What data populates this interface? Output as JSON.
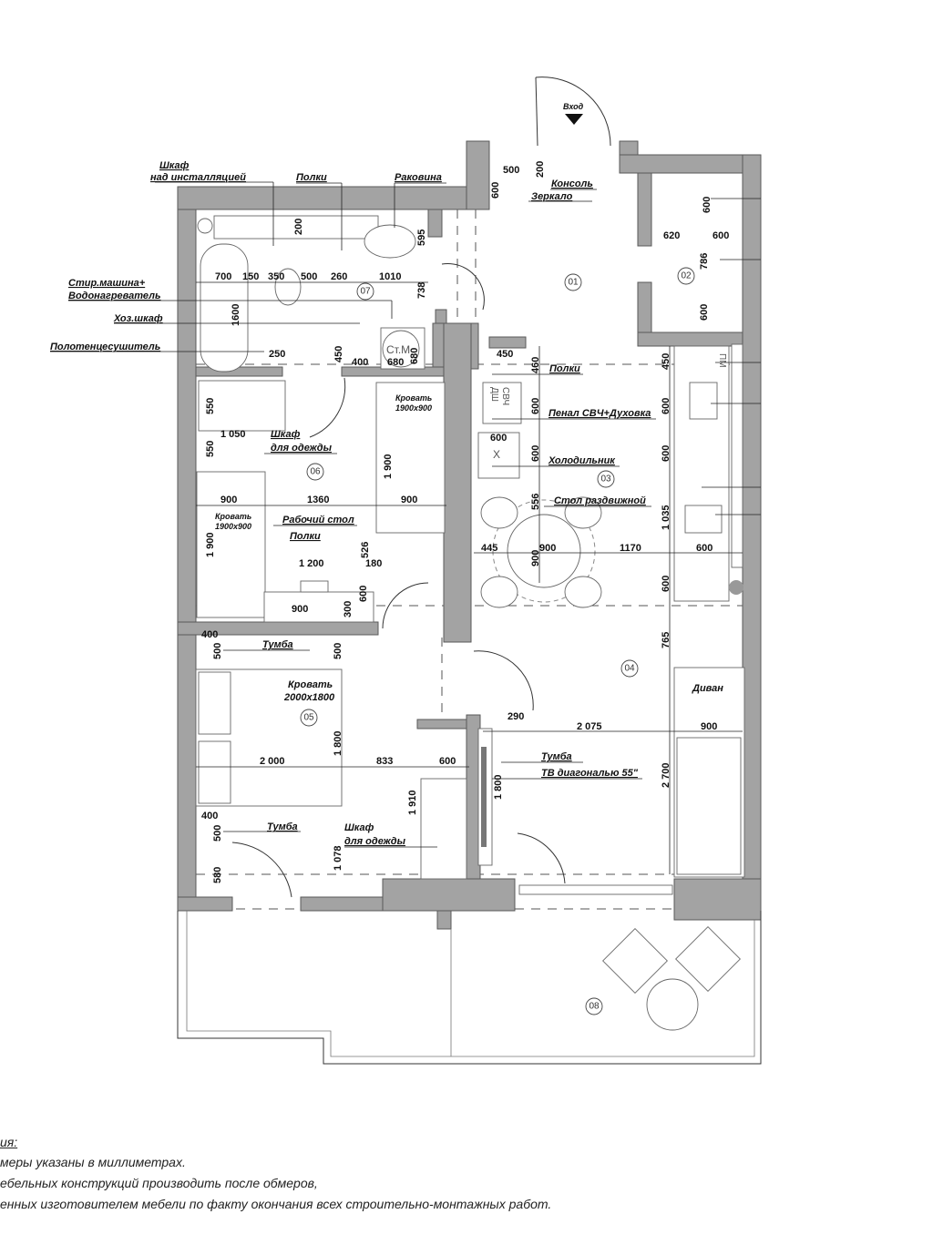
{
  "callouts": [
    "Шкаф",
    "над инсталляцией",
    "Полки",
    "Раковина",
    "Стир.машина+",
    "Водонагреватель",
    "Хоз.шкаф",
    "Полотенцесушитель",
    "Консоль",
    "Зеркало",
    "Вход",
    "Полки",
    "Пенал СВЧ+Духовка",
    "Холодильник",
    "Стол раздвижной",
    "Шкаф",
    "для одежды",
    "Рабочий стол",
    "Полки",
    "Кровать",
    "1900х900",
    "Кровать",
    "1900х900",
    "Тумба",
    "Кровать",
    "2000х1800",
    "Тумба",
    "Шкаф",
    "для одежды",
    "Тумба",
    "ТВ диагональю 55\"",
    "Диван"
  ],
  "rooms": [
    "01",
    "02",
    "03",
    "04",
    "05",
    "06",
    "07",
    "08"
  ],
  "appliance_marks": {
    "washer": "Ст.М",
    "dishwasher": "ДШ",
    "microwave": "СВЧ",
    "fridge": "Х",
    "dishwasher_sink": "ПМ"
  },
  "dimensions": [
    "200",
    "595",
    "700",
    "150",
    "350",
    "500",
    "260",
    "1010",
    "738",
    "1600",
    "250",
    "450",
    "400",
    "680",
    "680",
    "500",
    "200",
    "600",
    "600",
    "620",
    "600",
    "786",
    "600",
    "450",
    "460",
    "450",
    "600",
    "600",
    "600",
    "600",
    "600",
    "556",
    "1 035",
    "445",
    "900",
    "900",
    "1170",
    "600",
    "600",
    "765",
    "550",
    "1 050",
    "550",
    "900",
    "1360",
    "900",
    "1 900",
    "1 900",
    "1 200",
    "180",
    "526",
    "600",
    "300",
    "900",
    "400",
    "500",
    "500",
    "1 800",
    "2 000",
    "833",
    "600",
    "1 910",
    "400",
    "500",
    "1 078",
    "580",
    "290",
    "2 075",
    "900",
    "1 800",
    "2 700"
  ],
  "notes": [
    "ия:",
    "меры указаны в миллиметрах.",
    "ебельных конструкций производить после обмеров,",
    "енных изготовителем мебели по факту окончания всех строительно-монтажных работ."
  ]
}
